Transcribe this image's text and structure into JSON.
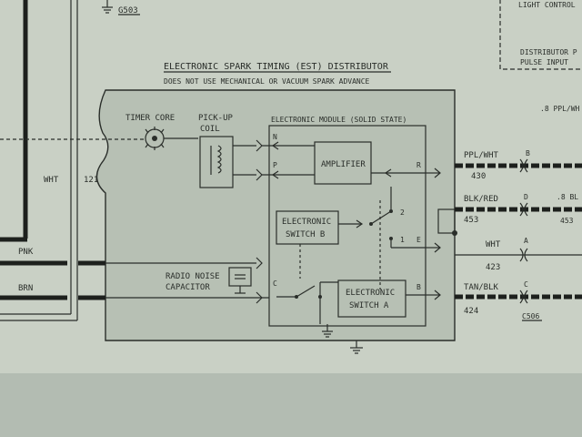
{
  "header": {
    "ground_ref": "G503",
    "title": "ELECTRONIC SPARK TIMING (EST) DISTRIBUTOR",
    "subtitle": "DOES NOT USE MECHANICAL OR VACUUM SPARK ADVANCE",
    "top_right_1": "LIGHT CONTROL",
    "top_right_2": "DISTRIBUTOR P",
    "top_right_3": "PULSE INPUT",
    "top_right_wire": ".8 PPL/WH"
  },
  "components": {
    "timer_core": "TIMER CORE",
    "pickup_1": "PICK-UP",
    "pickup_2": "COIL",
    "module": "ELECTRONIC MODULE (SOLID STATE)",
    "amplifier": "AMPLIFIER",
    "switch_b_1": "ELECTRONIC",
    "switch_b_2": "SWITCH B",
    "switch_a_1": "ELECTRONIC",
    "switch_a_2": "SWITCH A",
    "radio_1": "RADIO NOISE",
    "radio_2": "CAPACITOR"
  },
  "pins": {
    "n": "N",
    "p": "P",
    "c": "C",
    "r": "R",
    "e": "E",
    "b": "B",
    "one": "1",
    "two": "2"
  },
  "left_wires": {
    "wht": "WHT",
    "wht_circuit": "121",
    "pnk": "PNK",
    "brn": "BRN"
  },
  "right_wires": [
    {
      "color": "PPL/WHT",
      "circuit": "430",
      "pin": "B"
    },
    {
      "color": "BLK/RED",
      "circuit": "453",
      "pin": "D",
      "far_color": ".8 BL",
      "far_circuit": "453"
    },
    {
      "color": "WHT",
      "circuit": "423",
      "pin": "A"
    },
    {
      "color": "TAN/BLK",
      "circuit": "424",
      "pin": "C"
    }
  ],
  "connector": "C506"
}
